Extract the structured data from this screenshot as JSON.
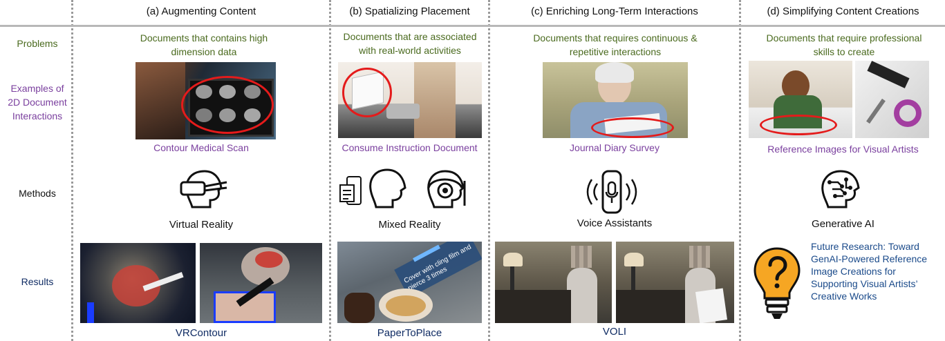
{
  "columns": [
    {
      "title": "(a) Augmenting Content",
      "problem": "Documents that contains high dimension data",
      "example_caption": "Contour Medical Scan",
      "method": "Virtual Reality",
      "result": "VRContour"
    },
    {
      "title": "(b) Spatializing Placement",
      "problem": "Documents that are associated with real-world activities",
      "example_caption": "Consume Instruction Document",
      "method": "Mixed Reality",
      "result": "PaperToPlace"
    },
    {
      "title": "(c) Enriching Long-Term Interactions",
      "problem": "Documents that requires continuous & repetitive interactions",
      "example_caption": "Journal Diary Survey",
      "method": "Voice Assistants",
      "result": "VOLI"
    },
    {
      "title": "(d) Simplifying Content Creations",
      "problem": "Documents that require professional skills to create",
      "example_caption": "Reference Images for Visual Artists",
      "method": "Generative AI",
      "result": "Future Research: Toward GenAI-Powered Reference Image Creations for Supporting Visual Artists’ Creative Works"
    }
  ],
  "rows": {
    "problems": "Problems",
    "examples": "Examples of 2D Document Interactions",
    "methods": "Methods",
    "results": "Results"
  },
  "papertoplace_overlay_text": "Cover with cling film and pierce 3 times",
  "colors": {
    "problem": "#4a6a1e",
    "example": "#7a3f9e",
    "result": "#0f2b63",
    "highlight": "#e41b1b",
    "bulb": "#f6a623"
  },
  "icons": [
    "vr-headset-icon",
    "head-icon",
    "mixed-reality-headset-icon",
    "document-scan-icon",
    "smart-speaker-icon",
    "ai-brain-icon",
    "lightbulb-question-icon"
  ]
}
